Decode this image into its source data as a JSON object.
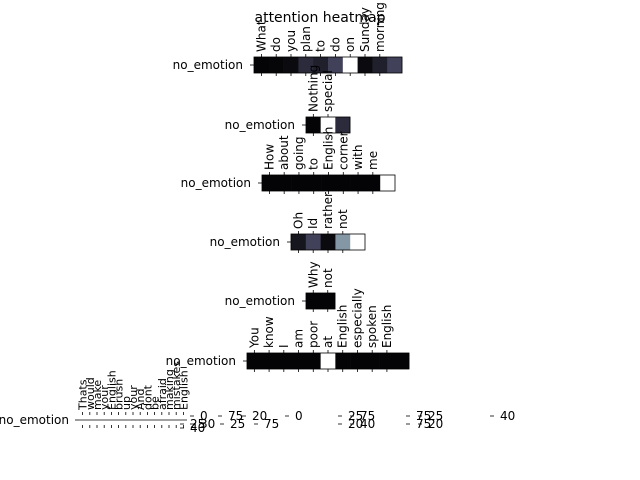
{
  "chart_data": {
    "type": "heatmap",
    "title": "attention heatmap",
    "colormap": "bone",
    "value_range": [
      0,
      1
    ],
    "rows": [
      {
        "label": "no_emotion",
        "tokens": [
          "What",
          "do",
          "you",
          "plan",
          "to",
          "do",
          "on",
          "Sunday",
          "morning"
        ],
        "values": [
          0.02,
          0.03,
          0.05,
          0.2,
          0.15,
          0.3,
          1.0,
          0.05,
          0.15,
          0.3
        ]
      },
      {
        "label": "no_emotion",
        "tokens": [
          "Nothing",
          "special"
        ],
        "values": [
          0.02,
          1.0,
          0.2
        ]
      },
      {
        "label": "no_emotion",
        "tokens": [
          "How",
          "about",
          "going",
          "to",
          "English",
          "corner",
          "with",
          "me"
        ],
        "values": [
          0.02,
          0.02,
          0.02,
          0.02,
          0.02,
          0.02,
          0.02,
          0.02,
          1.0
        ]
      },
      {
        "label": "no_emotion",
        "tokens": [
          "Oh",
          "Id",
          "rather",
          "not"
        ],
        "values": [
          0.1,
          0.3,
          0.05,
          0.6,
          1.0
        ]
      },
      {
        "label": "no_emotion",
        "tokens": [
          "Why",
          "not"
        ],
        "values": [
          0.02,
          0.02
        ]
      },
      {
        "label": "no_emotion",
        "tokens": [
          "You",
          "know",
          "I",
          "am",
          "poor",
          "at",
          "English",
          "especially",
          "spoken",
          "English"
        ],
        "values": [
          0.02,
          0.02,
          0.02,
          0.02,
          0.02,
          1.0,
          0.02,
          0.02,
          0.02,
          0.02,
          0.02
        ]
      },
      {
        "label": "no_emotion",
        "tokens": [
          "Thats",
          "would",
          "make",
          "your",
          "English",
          "brush",
          "up",
          "your",
          "And",
          "dont",
          "be",
          "afraid",
          "making",
          "mistakes",
          "English"
        ]
      }
    ],
    "colorbar_ticks": [
      "0",
      "25",
      "30",
      "40",
      "75",
      "20",
      "0",
      "25",
      "75",
      "25",
      "75",
      "20",
      "40",
      "75",
      "25",
      "75",
      "20",
      "40"
    ]
  }
}
